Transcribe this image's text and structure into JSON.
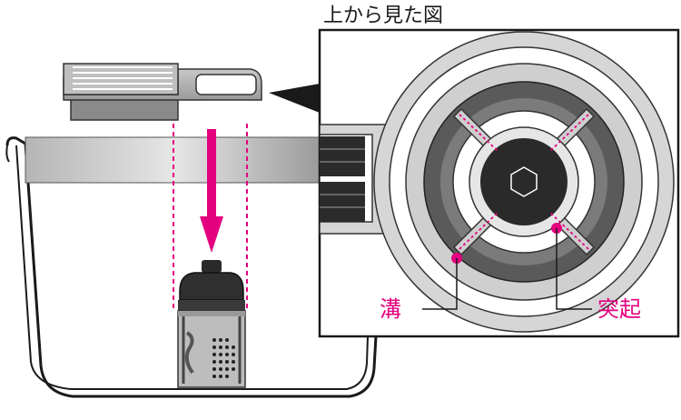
{
  "diagram": {
    "inset_title": "上から見た図",
    "label_groove": "溝",
    "label_protrusion": "突起"
  },
  "colors": {
    "magenta": "#e4007f",
    "dark_gray": "#333333",
    "mid_gray": "#8c8c8c",
    "light_gray": "#d9d9d9",
    "outline": "#1a1a1a"
  }
}
